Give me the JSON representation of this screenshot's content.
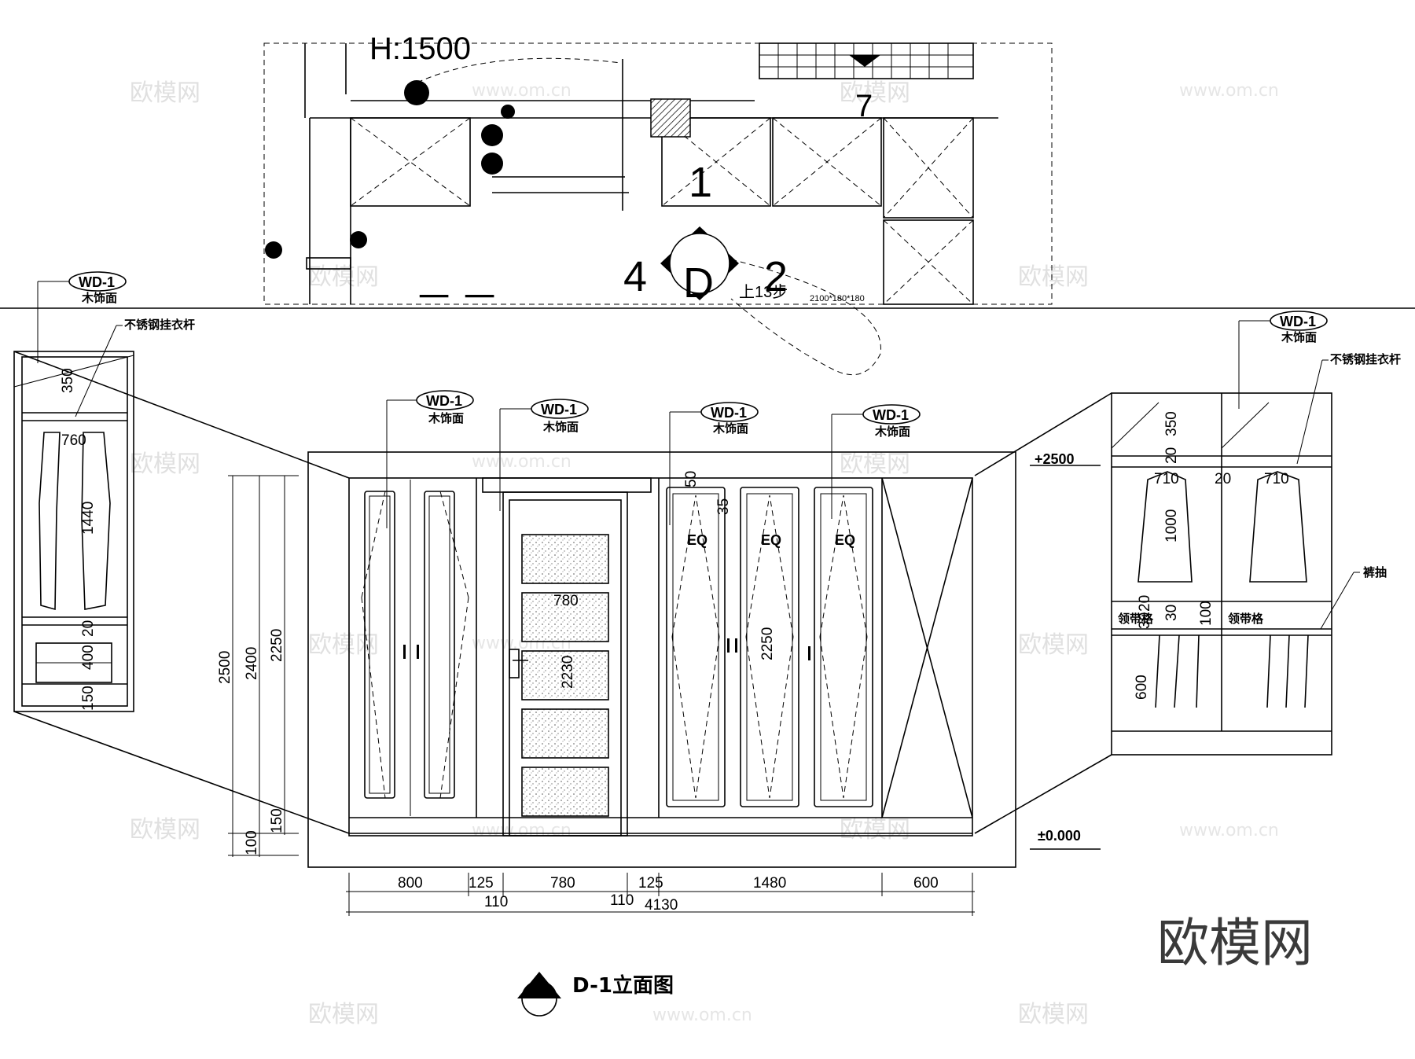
{
  "plan": {
    "h_label": "H:1500",
    "marker_top": "1",
    "marker_left": "4",
    "marker_center": "D",
    "marker_right": "2",
    "stair_note": "上13步",
    "stair_spec": "2100*180*180",
    "small_num": "7"
  },
  "tags": {
    "wd_code": "WD-1",
    "wd_desc": "木饰面",
    "rod": "不锈钢挂衣杆",
    "tie_grid": "领带格",
    "trouser_rack": "裤抽"
  },
  "levels": {
    "top": "+2500",
    "floor": "±0.000"
  },
  "heights": [
    "2500",
    "2400",
    "2250",
    "150",
    "100"
  ],
  "bottom_dims": [
    "800",
    "125",
    "780",
    "125",
    "1480",
    "600"
  ],
  "sub_dims": [
    "110",
    "110"
  ],
  "total_dim": "4130",
  "inner_dims": {
    "door_w": "780",
    "door_h": "2230",
    "leaf_h": "2250",
    "top_50": "50",
    "top_35": "35",
    "eq": "EQ"
  },
  "left_detail": [
    "350",
    "760",
    "1440",
    "20",
    "400",
    "150"
  ],
  "right_detail": [
    "350",
    "20",
    "710",
    "20",
    "710",
    "1000",
    "20",
    "30",
    "30",
    "100",
    "600"
  ],
  "title": "D-1立面图",
  "brand": "欧模网",
  "watermark_url": "www.om.cn"
}
